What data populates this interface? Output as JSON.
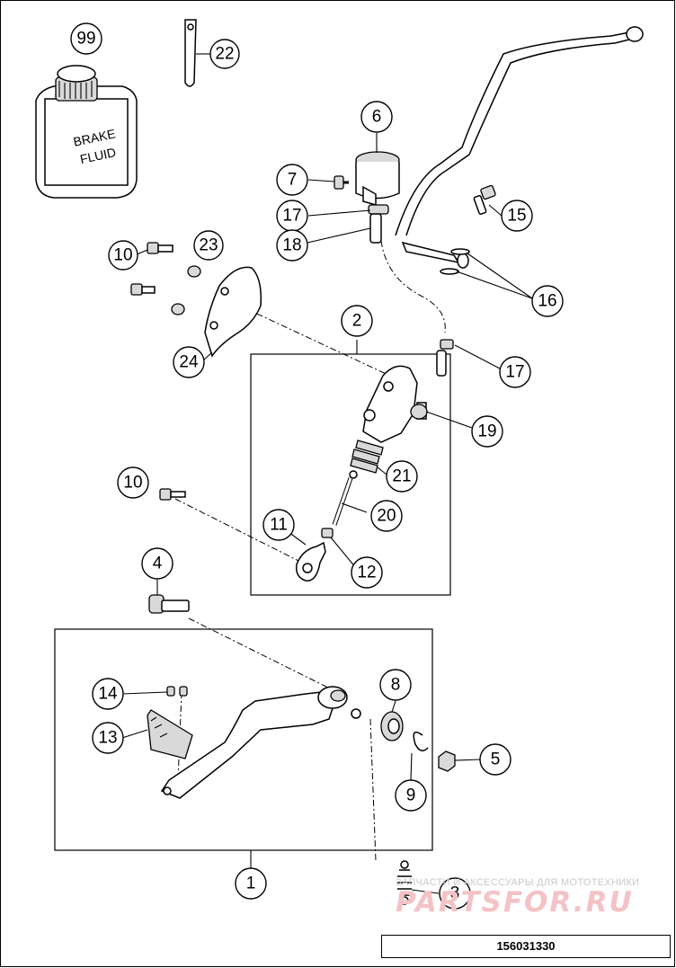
{
  "diagram": {
    "bottle_label": [
      "BRAKE",
      "FLUID"
    ],
    "callouts": [
      {
        "id": "99",
        "label": "99"
      },
      {
        "id": "22",
        "label": "22"
      },
      {
        "id": "6",
        "label": "6"
      },
      {
        "id": "7",
        "label": "7"
      },
      {
        "id": "17a",
        "label": "17"
      },
      {
        "id": "18",
        "label": "18"
      },
      {
        "id": "15",
        "label": "15"
      },
      {
        "id": "10a",
        "label": "10"
      },
      {
        "id": "23",
        "label": "23"
      },
      {
        "id": "16",
        "label": "16"
      },
      {
        "id": "2",
        "label": "2"
      },
      {
        "id": "24",
        "label": "24"
      },
      {
        "id": "17b",
        "label": "17"
      },
      {
        "id": "19",
        "label": "19"
      },
      {
        "id": "21",
        "label": "21"
      },
      {
        "id": "10b",
        "label": "10"
      },
      {
        "id": "20",
        "label": "20"
      },
      {
        "id": "11",
        "label": "11"
      },
      {
        "id": "12",
        "label": "12"
      },
      {
        "id": "4",
        "label": "4"
      },
      {
        "id": "14",
        "label": "14"
      },
      {
        "id": "8",
        "label": "8"
      },
      {
        "id": "13",
        "label": "13"
      },
      {
        "id": "5",
        "label": "5"
      },
      {
        "id": "9",
        "label": "9"
      },
      {
        "id": "1",
        "label": "1"
      },
      {
        "id": "3",
        "label": "3"
      }
    ],
    "drawing_number": "156031330",
    "watermark": {
      "subtitle": "ЗАПЧАСТИ И АКСЕССУАРЫ ДЛЯ МОТОТЕХНИКИ",
      "brand": "PARTSFOR.RU"
    }
  }
}
